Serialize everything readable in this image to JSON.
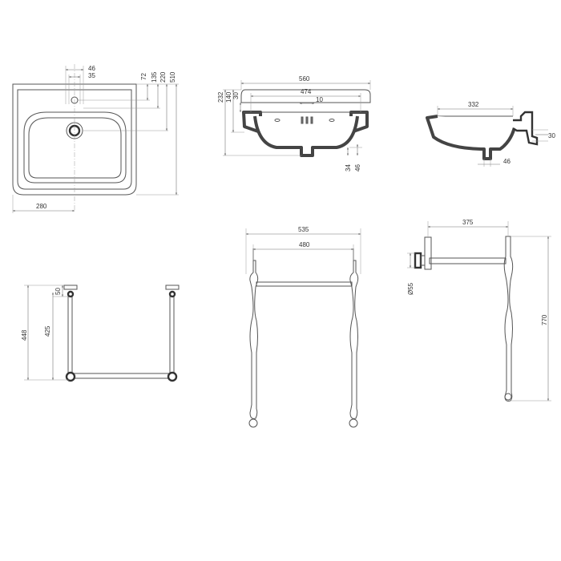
{
  "colors": {
    "line": "#555555",
    "dimension": "#777777",
    "background": "#ffffff"
  },
  "views": {
    "basin_top": {
      "d_46": "46",
      "d_35": "35",
      "d_72": "72",
      "d_135": "135",
      "d_220": "220",
      "d_510": "510",
      "d_280": "280"
    },
    "basin_front": {
      "d_560": "560",
      "d_474": "474",
      "d_10": "10",
      "d_232": "232",
      "d_140": "140",
      "d_30": "30",
      "d_34": "34",
      "d_46": "46"
    },
    "basin_side": {
      "d_332": "332",
      "d_30": "30",
      "d_46": "46"
    },
    "frame_top": {
      "d_50": "50",
      "d_448": "448",
      "d_425": "425"
    },
    "frame_front": {
      "d_535": "535",
      "d_480": "480"
    },
    "frame_side": {
      "d_375": "375",
      "d_055": "Ø55",
      "d_770": "770"
    }
  }
}
